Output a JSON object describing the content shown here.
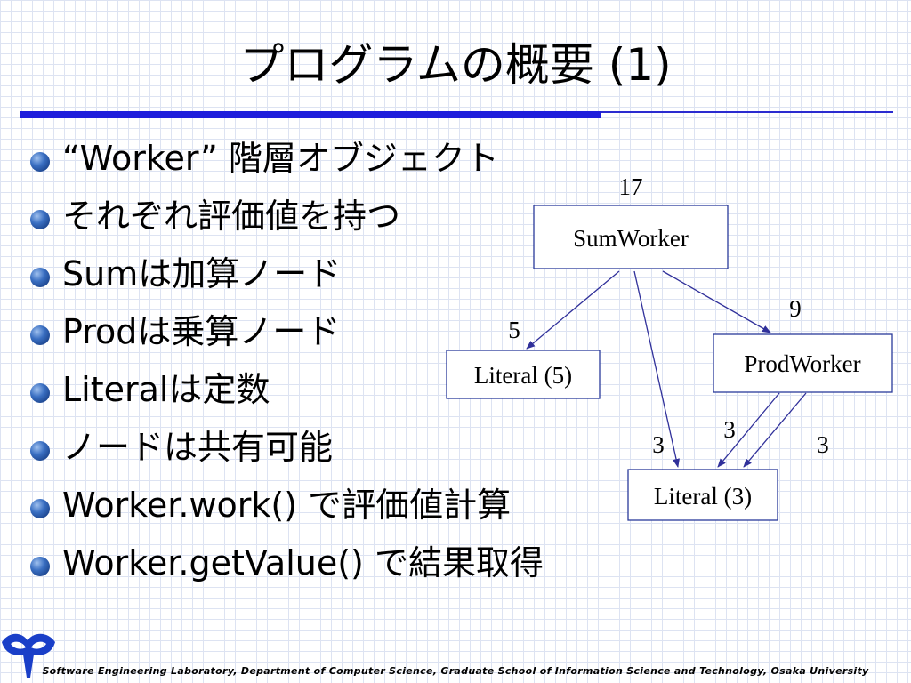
{
  "slide": {
    "title": "プログラムの概要 (1)",
    "bullets": [
      "“Worker” 階層オブジェクト",
      "それぞれ評価値を持つ",
      "Sumは加算ノード",
      "Prodは乗算ノード",
      "Literalは定数",
      "ノードは共有可能",
      "Worker.work() で評価値計算",
      "Worker.getValue() で結果取得"
    ],
    "footer": "Software Engineering Laboratory, Department of Computer Science, Graduate School of Information Science and Technology, Osaka University"
  },
  "diagram": {
    "nodes": [
      {
        "label": "SumWorker",
        "value": "17"
      },
      {
        "label": "Literal (5)",
        "value": "5"
      },
      {
        "label": "ProdWorker",
        "value": "9"
      },
      {
        "label": "Literal (3)"
      }
    ],
    "edge_labels": [
      "3",
      "3",
      "3"
    ]
  },
  "colors": {
    "accent_bar": "#1f1fdc",
    "edge": "#30309a",
    "logo": "#1a3fc8"
  },
  "icons": {
    "bullet": "sphere-bullet-icon",
    "logo": "university-logo-icon"
  }
}
